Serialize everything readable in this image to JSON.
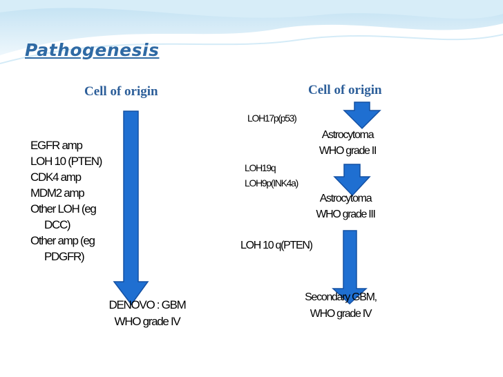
{
  "slide": {
    "title": "Pathogenesis",
    "left": {
      "heading": "Cell of origin",
      "alterations": [
        "EGFR  amp",
        "LOH 10 (PTEN)",
        "CDK4  amp",
        "MDM2 amp",
        "Other LOH (eg",
        "DCC)",
        "Other amp (eg",
        "PDGFR)"
      ],
      "outcome": [
        "DENOVO : GBM",
        "WHO grade IV"
      ]
    },
    "right": {
      "heading": "Cell of origin",
      "step1_alteration": "LOH17p(p53)",
      "stage1": [
        "Astrocytoma",
        "WHO grade II"
      ],
      "step2_alterations": [
        "LOH19q",
        "LOH9p(INK4a)"
      ],
      "stage2": [
        "Astrocytoma",
        "WHO grade III"
      ],
      "step3_alteration": "LOH 10 q(PTEN)",
      "outcome": [
        "Secondary  GBM,",
        "WHO grade IV"
      ]
    }
  },
  "colors": {
    "title": "#2f6aa4",
    "heading": "#2c5e99",
    "arrow_fill": "#1f6fd1",
    "arrow_stroke": "#1450a3"
  },
  "icons": [
    "arrow-down-icon"
  ]
}
